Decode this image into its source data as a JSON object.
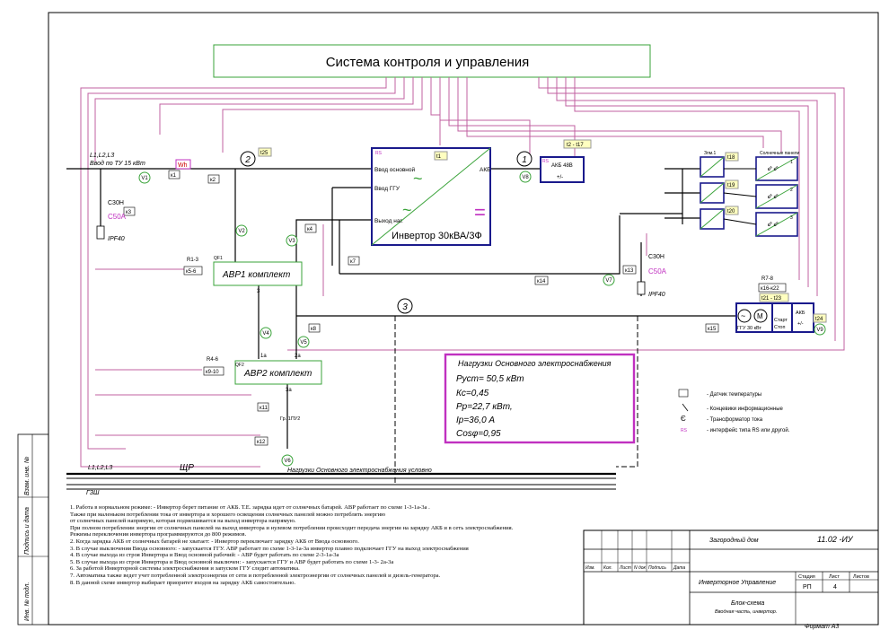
{
  "system": {
    "title": "Система контроля и управления"
  },
  "inverter": {
    "label": "Инвертор 30кВА/3Ф",
    "input_main": "Ввод основной",
    "input_ggu": "Ввод ГГУ",
    "output_load": "Выход наг.",
    "akb_port": "АКБ",
    "rs_tag": "RS",
    "t_tag": "t1",
    "ac_symbol": "~",
    "dc_symbol": "="
  },
  "akb_main": {
    "label": "АКБ 48В",
    "pole": "+/-",
    "tag": "t2 - t17",
    "rs_tag": "RS"
  },
  "main_input": {
    "phases": "L1,L2,L3",
    "label": "Ввод по ТУ 15 кВт"
  },
  "solar": {
    "title": "Солнечные панели",
    "arrows": "⇙⇙",
    "groups": [
      {
        "sensor": "t18",
        "panel_num": "1"
      },
      {
        "sensor": "t19",
        "panel_num": "2"
      },
      {
        "sensor": "t20",
        "panel_num": "3"
      }
    ],
    "controller_tag": "Зпм.1"
  },
  "circles": {
    "n1": "1",
    "n2": "2",
    "n3": "3"
  },
  "avr1": {
    "label": "АВР1 комплект",
    "relay": "R1-3",
    "contact": "к5-6",
    "qf": "QF1",
    "nums": [
      "1",
      "2",
      "3"
    ]
  },
  "avr2": {
    "label": "АВР2 комплект",
    "relay": "R4-6",
    "contact": "к9-10",
    "qf": "QF2",
    "nums": [
      "1а",
      "2а",
      "3а"
    ]
  },
  "loads": {
    "title": "Нагрузки Основного электроснабжения",
    "lines": [
      "Руст=   50,5 кВт",
      "Кс=0,45",
      "Рр=22,7 кВт,",
      "Iр=36,0 А",
      "Cosφ=0,95"
    ]
  },
  "legend": [
    {
      "key": "temp",
      "text": "- Датчик температуры"
    },
    {
      "key": "ends",
      "text": "- Концевики информационные"
    },
    {
      "key": "ct",
      "text": "- Трансформатор тока"
    },
    {
      "key": "rs",
      "symbol": "RS",
      "text": "- интерфейс типа RS или другой."
    }
  ],
  "ggu": {
    "label": "ГГУ 30 кВт",
    "start": "Старт",
    "stop": "Стоп",
    "akb": "АКБ",
    "pole": "+/-",
    "tag": "t21 - t23",
    "relay": "R7-8",
    "contact": "к16-к22",
    "sensor": "t24",
    "volt": "V9",
    "k": "к15"
  },
  "tags": {
    "t25": "t25",
    "k1": "к1",
    "k2": "к2",
    "k3": "к3",
    "k4": "к4",
    "k7": "к7",
    "k8": "к8",
    "k11": "к11",
    "k12": "к12",
    "k13": "к13",
    "k14": "к14",
    "v1": "V1",
    "v2": "V2",
    "v3": "V3",
    "v4": "V4",
    "v5": "V5",
    "v6": "V6",
    "v7": "V7",
    "v8": "V8",
    "c50a": "C50A",
    "ipf": "IPF40",
    "wh": "Wh",
    "c30h": "C30H",
    "gr": "Гр. 1ПУ2",
    "bus_phases": "L1,L2,L3",
    "bus_shr": "ЩР",
    "bus_pe": "ГЗШ",
    "bus_label": "Нагрузки Основного электроснабжения условно"
  },
  "notes": [
    "1. Работа в нормальном режиме: - Инвертор берет питание от АКБ. Т.Е. зарядка идет от солнечных батарей. АВР работает  по схеме   1-3-1а-3а .",
    "  Также при маленьком потреблении тока от инвертора и хорошего освещения солнечных панелей можно потреблять энергию",
    "  от солнечных панелей напрямую, которая подмешивается на выход инвертора напрямую.",
    "  При полном потреблении энергии от солнечных панелей на выход инвертора и нулевом потреблении происходит передача энергии на зарядку АКБ и в сеть электроснабжения.",
    "  Режимы переключения инвертора программируются до 800 режимов.",
    "2. Когда зарядка АКБ от солнечных батарей не хватает: - Инвертор переключает зарядку АКБ от Ввода основного.",
    "3. В случае выключения Ввода основного: - запускается ГГУ. АВР работает  по схеме 1-3-1а-3а  инвертор плавно подключает ГГУ на выход электроснабжения",
    "4. В случае выхода из строя Инвертора и Ввод основной рабочий: -  АВР будет работать по схеме 2-3-1а-3а",
    "5. В случае выхода из строя Инвертора и Ввод основной выключен: -  запускается ГГУ и АВР будет работать по схеме   1-3- 2а-3а",
    "6. За работой Инверторной системы электроснабжения и запуском ГГУ следит автоматика.",
    "7. Автоматика также ведет учет потребленной электроэнергии от сети и потребленной электроэнергии от солнечных панелей и дизель-генератора.",
    "8. В данной схеме инвертор выбирает приоритет входов на зарядку АКБ самостоятельно."
  ],
  "title_block": {
    "object": "Загородный дом",
    "code": "11.02 -ИУ",
    "system": "Инверторное Управление",
    "stage_h": "Стадия",
    "sheet_h": "Лист",
    "sheets_h": "Листов",
    "stage": "РП",
    "sheet": "4",
    "doc_title": "Блок-схема",
    "doc_sub": "Вводная часть, инвертор.",
    "format": "Формат А3",
    "cols": [
      "Изм.",
      "Кол.",
      "Лист",
      "N док",
      "Подпись",
      "Дата"
    ]
  },
  "side_stamp": [
    "Взам. инв. №",
    "Подпись и дата",
    "Инв. № подл."
  ],
  "colors": {
    "control": "#c060a0",
    "main": "#1a1a8c",
    "green": "#3aa33a",
    "yellow": "#ffffc0",
    "purple_box": "#c030c0"
  }
}
